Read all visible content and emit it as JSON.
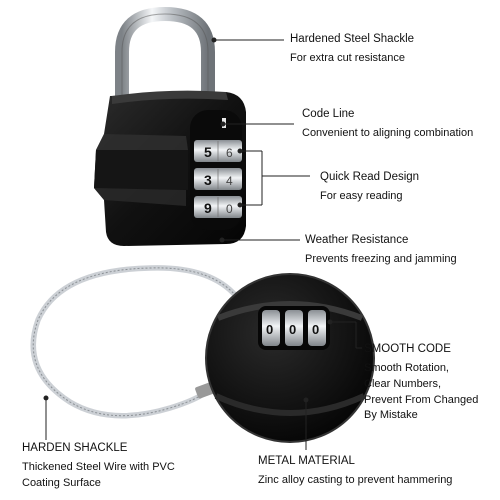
{
  "padlock": {
    "dials": [
      "5",
      "3",
      "9"
    ]
  },
  "cable_lock": {
    "dials": [
      "0",
      "0",
      "0"
    ]
  },
  "callouts": {
    "shackle": {
      "title": "Hardened Steel Shackle",
      "desc": "For extra cut resistance"
    },
    "code_line": {
      "title": "Code Line",
      "desc": "Convenient to aligning combination"
    },
    "quick_read": {
      "title": "Quick Read Design",
      "desc": "For easy reading"
    },
    "weather": {
      "title": "Weather Resistance",
      "desc": "Prevents freezing and jamming"
    },
    "smooth_code": {
      "title": "SMOOTH CODE",
      "lines": [
        "Smooth Rotation,",
        "Clear Numbers,",
        "Prevent From Changed",
        "By Mistake"
      ]
    },
    "harden_shackle": {
      "title": "HARDEN SHACKLE",
      "lines": [
        "Thickened Steel Wire with PVC",
        "Coating Surface"
      ]
    },
    "metal": {
      "title": "METAL MATERIAL",
      "desc": "Zinc alloy casting to prevent hammering"
    }
  },
  "colors": {
    "lock_body": "#141414",
    "steel": "#c8ccd0",
    "leader": "#222222"
  }
}
